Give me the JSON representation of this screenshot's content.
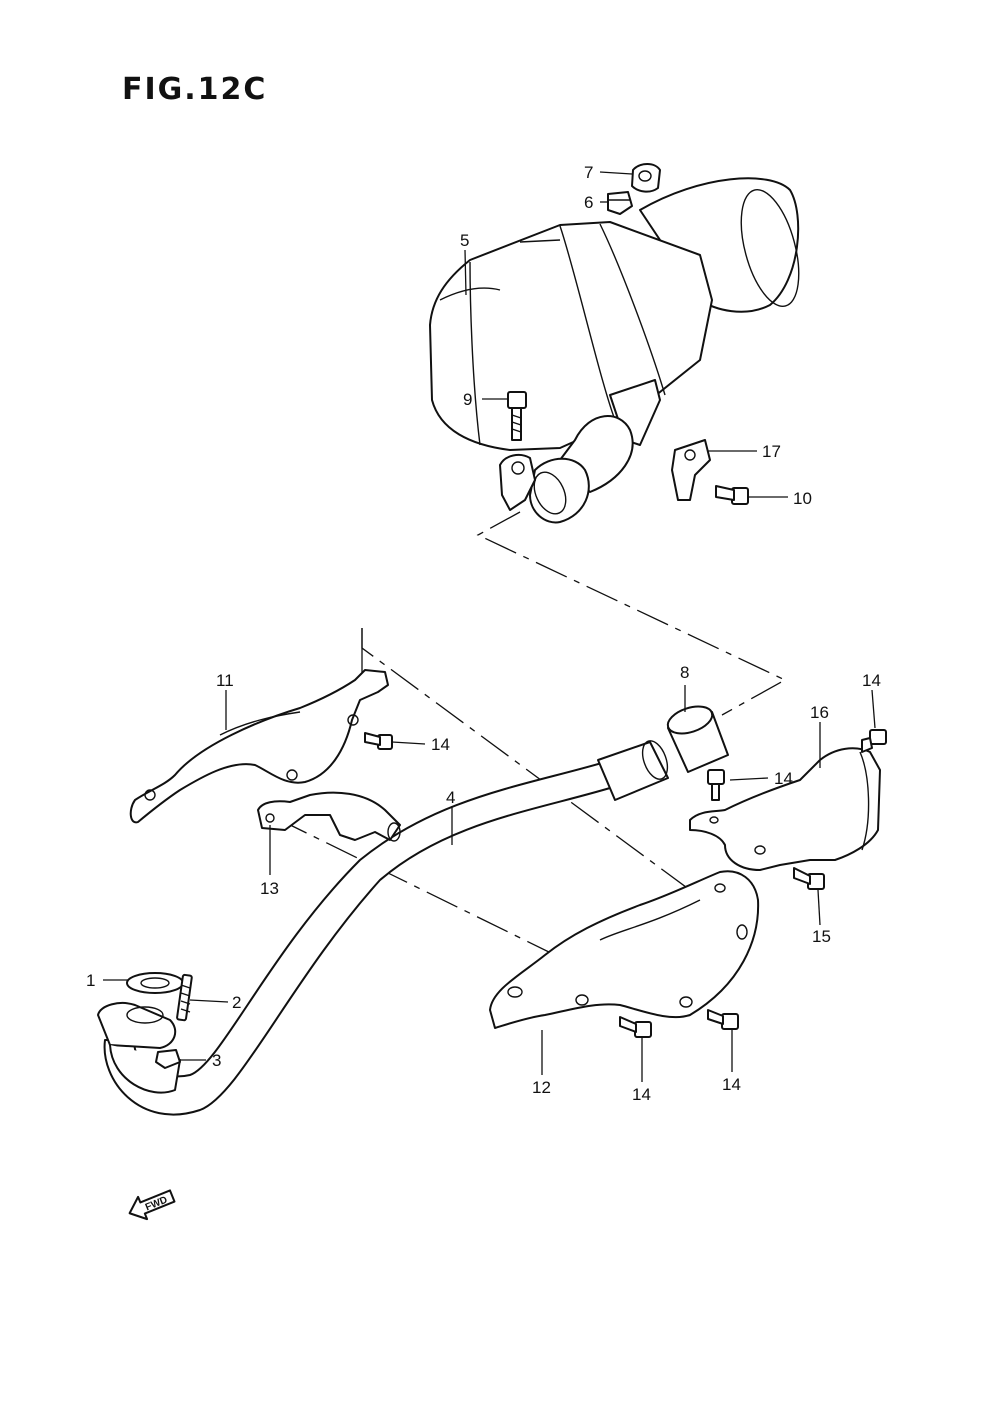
{
  "figure": {
    "title": "FIG.12C"
  },
  "direction_label": "FWD",
  "callouts": [
    {
      "id": "c1",
      "text": "1"
    },
    {
      "id": "c2",
      "text": "2"
    },
    {
      "id": "c3",
      "text": "3"
    },
    {
      "id": "c4",
      "text": "4"
    },
    {
      "id": "c5",
      "text": "5"
    },
    {
      "id": "c6",
      "text": "6"
    },
    {
      "id": "c7",
      "text": "7"
    },
    {
      "id": "c8",
      "text": "8"
    },
    {
      "id": "c9",
      "text": "9"
    },
    {
      "id": "c10",
      "text": "10"
    },
    {
      "id": "c11",
      "text": "11"
    },
    {
      "id": "c12",
      "text": "12"
    },
    {
      "id": "c13",
      "text": "13"
    },
    {
      "id": "c14a",
      "text": "14"
    },
    {
      "id": "c14b",
      "text": "14"
    },
    {
      "id": "c14c",
      "text": "14"
    },
    {
      "id": "c14d",
      "text": "14"
    },
    {
      "id": "c14e",
      "text": "14"
    },
    {
      "id": "c15",
      "text": "15"
    },
    {
      "id": "c16",
      "text": "16"
    },
    {
      "id": "c17",
      "text": "17"
    }
  ]
}
